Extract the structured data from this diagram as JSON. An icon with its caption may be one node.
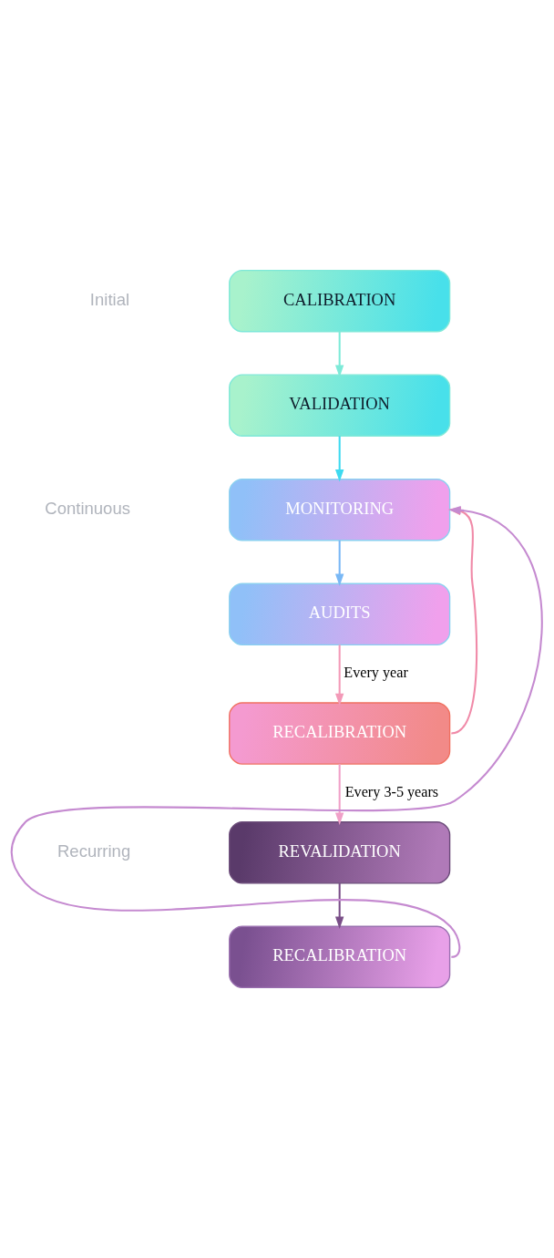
{
  "diagram": {
    "nodes": [
      {
        "text": [
          "CALIBRATION"
        ]
      },
      {
        "text": [
          "VALIDATION"
        ]
      },
      {
        "text": [
          "MONITORING"
        ]
      },
      {
        "text": [
          "AUDITS"
        ]
      },
      {
        "text": [
          "RECALIBRATION"
        ]
      },
      {
        "text": [
          "REVALIDATION"
        ]
      },
      {
        "text": [
          "RECALIBRATION"
        ]
      }
    ],
    "edges": [
      {
        "from": 0,
        "to": 1,
        "arrow": "to",
        "color": "#7eead8"
      },
      {
        "from": 1,
        "to": 2,
        "arrow": "to",
        "color": "#3edaf0"
      },
      {
        "from": 2,
        "to": 3,
        "arrow": "to",
        "color": "#7ab8f5"
      },
      {
        "from": 3,
        "to": 4,
        "arrow": "to",
        "label": "Every year",
        "color": "#f39ab8"
      },
      {
        "from": 4,
        "to": 5,
        "arrow": "to",
        "label": "Every 3-5 years",
        "color": "#f0a0c8"
      },
      {
        "from": 5,
        "to": 6,
        "arrow": "to",
        "color": "#7a4f88"
      },
      {
        "from": 4,
        "to": 2,
        "arrow": "to",
        "color": "#f08aa8"
      },
      {
        "from": 6,
        "to": 2,
        "arrow": "to",
        "color": "#c58ad0"
      }
    ],
    "labels": [
      "Initial",
      "Continuous",
      "Recurring"
    ]
  }
}
